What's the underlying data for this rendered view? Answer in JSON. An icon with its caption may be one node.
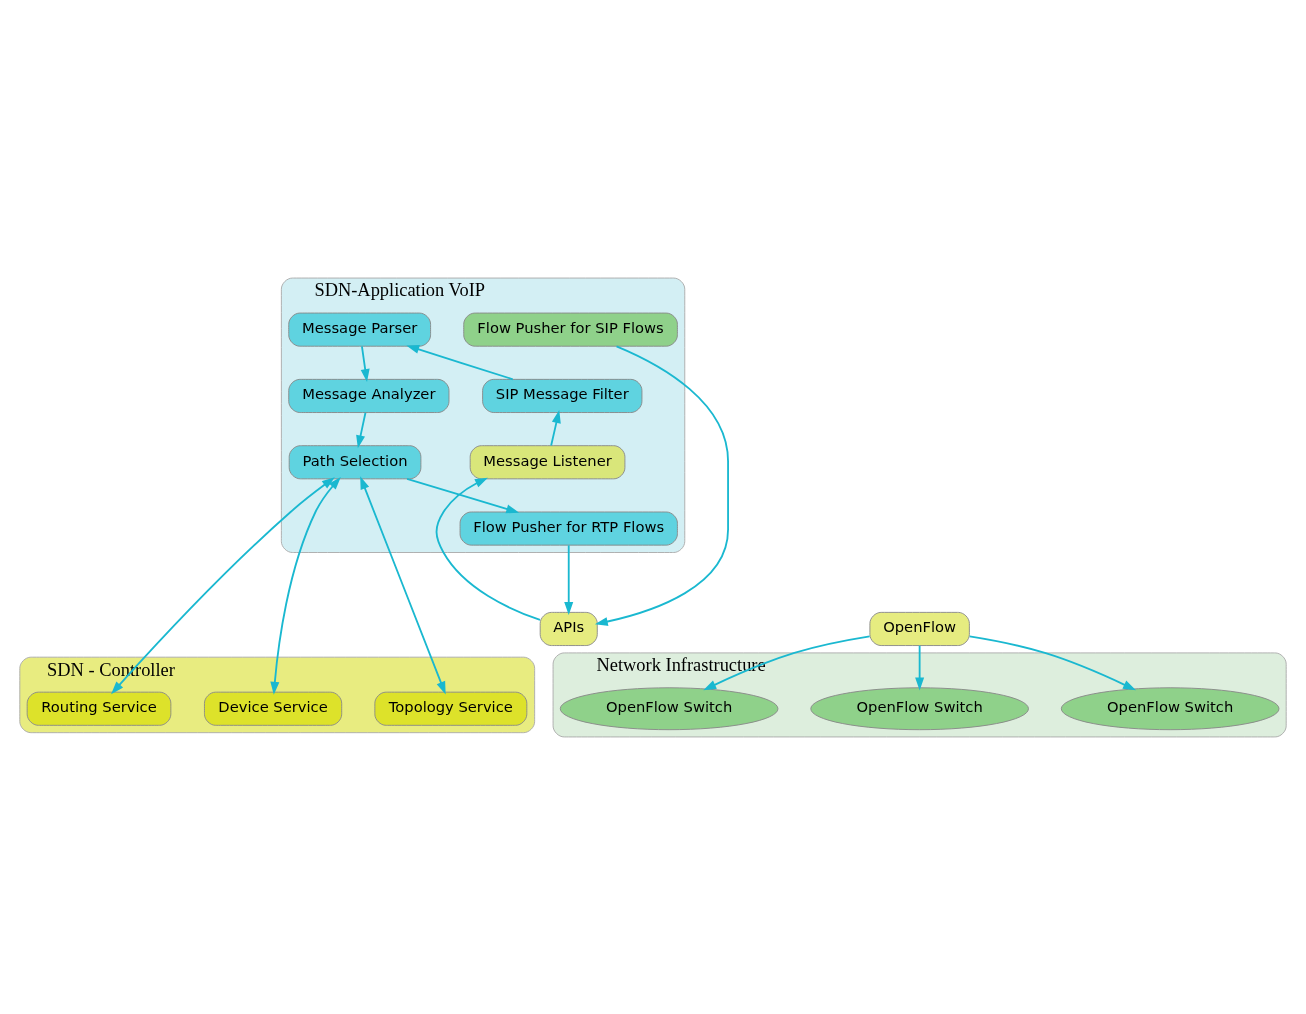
{
  "diagram": {
    "nodes": [
      {
        "text": [
          "SDN-Application VoIP"
        ]
      },
      {
        "text": [
          "Message Parser"
        ],
        "in": 0
      },
      {
        "text": [
          "Message Analyzer"
        ],
        "in": 0
      },
      {
        "text": [
          "Path Selection"
        ],
        "in": 0
      },
      {
        "text": [
          "SIP Message Filter"
        ],
        "in": 0
      },
      {
        "text": [
          "Flow Pusher for SIP Flows"
        ],
        "in": 0
      },
      {
        "text": [
          "Flow Pusher for RTP Flows"
        ],
        "in": 0
      },
      {
        "text": [
          "Message Listener"
        ],
        "in": 0
      },
      {
        "text": [
          "APIs"
        ]
      },
      {
        "text": [
          "SDN - Controller"
        ]
      },
      {
        "text": [
          "Routing Service"
        ],
        "in": 9
      },
      {
        "text": [
          "Device Service"
        ],
        "in": 9
      },
      {
        "text": [
          "Topology Service"
        ],
        "in": 9
      },
      {
        "text": [
          "OpenFlow"
        ]
      },
      {
        "text": [
          "Network Infrastructure"
        ]
      },
      {
        "text": [
          "OpenFlow Switch"
        ],
        "in": 14
      },
      {
        "text": [
          "OpenFlow Switch"
        ],
        "in": 14
      },
      {
        "text": [
          "OpenFlow Switch"
        ],
        "in": 14
      }
    ],
    "edges": [
      {
        "from": 1,
        "to": 2,
        "arrow": "to"
      },
      {
        "from": 2,
        "to": 3,
        "arrow": "to"
      },
      {
        "from": 4,
        "to": 1,
        "arrow": "to"
      },
      {
        "from": 7,
        "to": 4,
        "arrow": "to"
      },
      {
        "from": 8,
        "to": 7,
        "arrow": "to"
      },
      {
        "from": 3,
        "to": 6,
        "arrow": "to"
      },
      {
        "from": 5,
        "to": 8,
        "arrow": "to"
      },
      {
        "from": 6,
        "to": 8,
        "arrow": "to"
      },
      {
        "from": 3,
        "to": 10,
        "arrow": "both"
      },
      {
        "from": 3,
        "to": 11,
        "arrow": "both"
      },
      {
        "from": 3,
        "to": 12,
        "arrow": "both"
      },
      {
        "from": 13,
        "to": 15,
        "arrow": "to"
      },
      {
        "from": 13,
        "to": 16,
        "arrow": "to"
      },
      {
        "from": 13,
        "to": 17,
        "arrow": "to"
      }
    ]
  }
}
